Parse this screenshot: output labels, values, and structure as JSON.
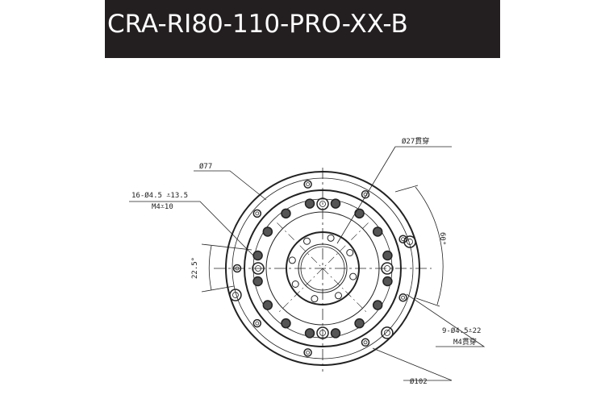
{
  "title": "CRA-RI80-110-PRO-XX-B",
  "labels": {
    "bore": "Ø27貫穿",
    "d77": "Ø77",
    "holes16_line1": "16-Ø4.5 ⩡13.5",
    "holes16_line2": "M4⩡10",
    "angle_small": "22.5°",
    "angle_large": "60°",
    "holes9_line1": "9-Ø4.5⩡22",
    "holes9_line2": "M4貫穿",
    "d102": "Ø102"
  },
  "colors": {
    "title_bg": "#231f20",
    "title_text": "#ffffff",
    "line": "#222222"
  }
}
